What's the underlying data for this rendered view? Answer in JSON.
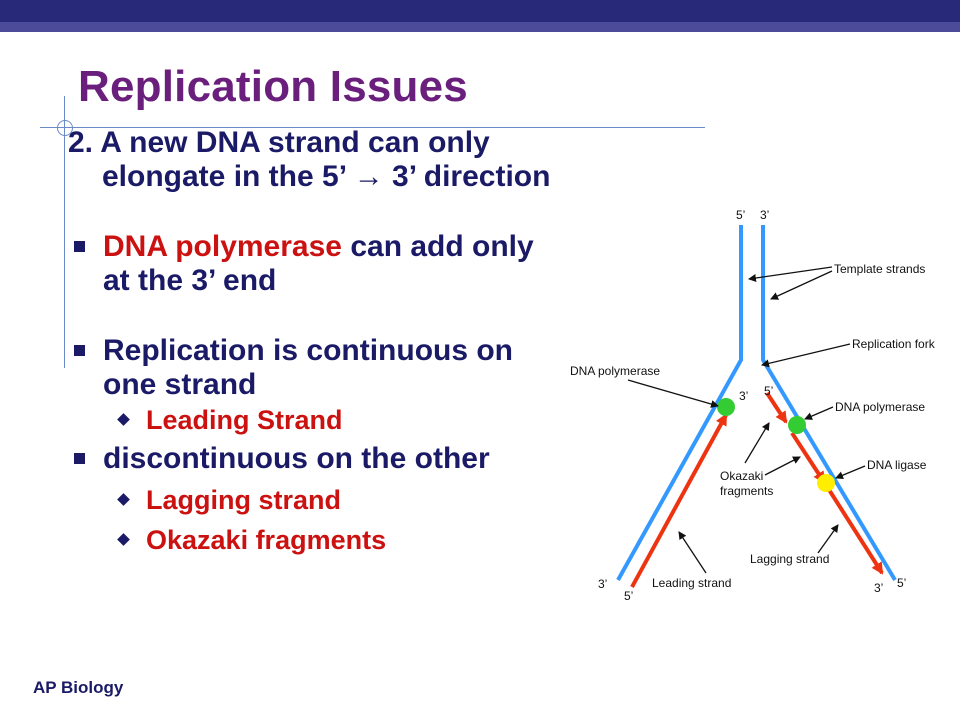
{
  "slide": {
    "title": "Replication Issues",
    "footer": "AP Biology"
  },
  "content": {
    "point": "2. A new DNA strand can only elongate in the 5’ → 3’ direction",
    "point_prefix": "2. A new DNA strand can only elongate in the 5’ ",
    "point_arrow": "→",
    "point_suffix": " 3’ direction",
    "bullet1_highlight": "DNA polymerase",
    "bullet1_rest": " can add only at the 3’ end",
    "bullet2": "Replication is continuous on one strand",
    "bullet2_sub": "Leading Strand",
    "bullet3": "discontinuous on the other",
    "bullet3_subs": [
      "Lagging strand",
      "Okazaki fragments"
    ]
  },
  "diagram": {
    "labels": {
      "template": "Template strands",
      "fork": "Replication fork",
      "polymerase_left": "DNA polymerase",
      "polymerase_right": "DNA polymerase",
      "ligase": "DNA ligase",
      "okazaki_1": "Okazaki",
      "okazaki_2": "fragments",
      "lagging": "Lagging strand",
      "leading": "Leading strand"
    },
    "ends": {
      "top_left": "5’",
      "top_right": "3’",
      "mid_left": "3’",
      "mid_right": "5’",
      "bottom_left_outer": "3’",
      "bottom_left_inner": "5’",
      "bottom_right_inner": "3’",
      "bottom_right_outer": "5’"
    },
    "colors": {
      "template": "#3399ff",
      "new_strand": "#ee3311",
      "polymerase": "#33cc33",
      "ligase": "#ffee00",
      "arrow": "#111111"
    }
  }
}
